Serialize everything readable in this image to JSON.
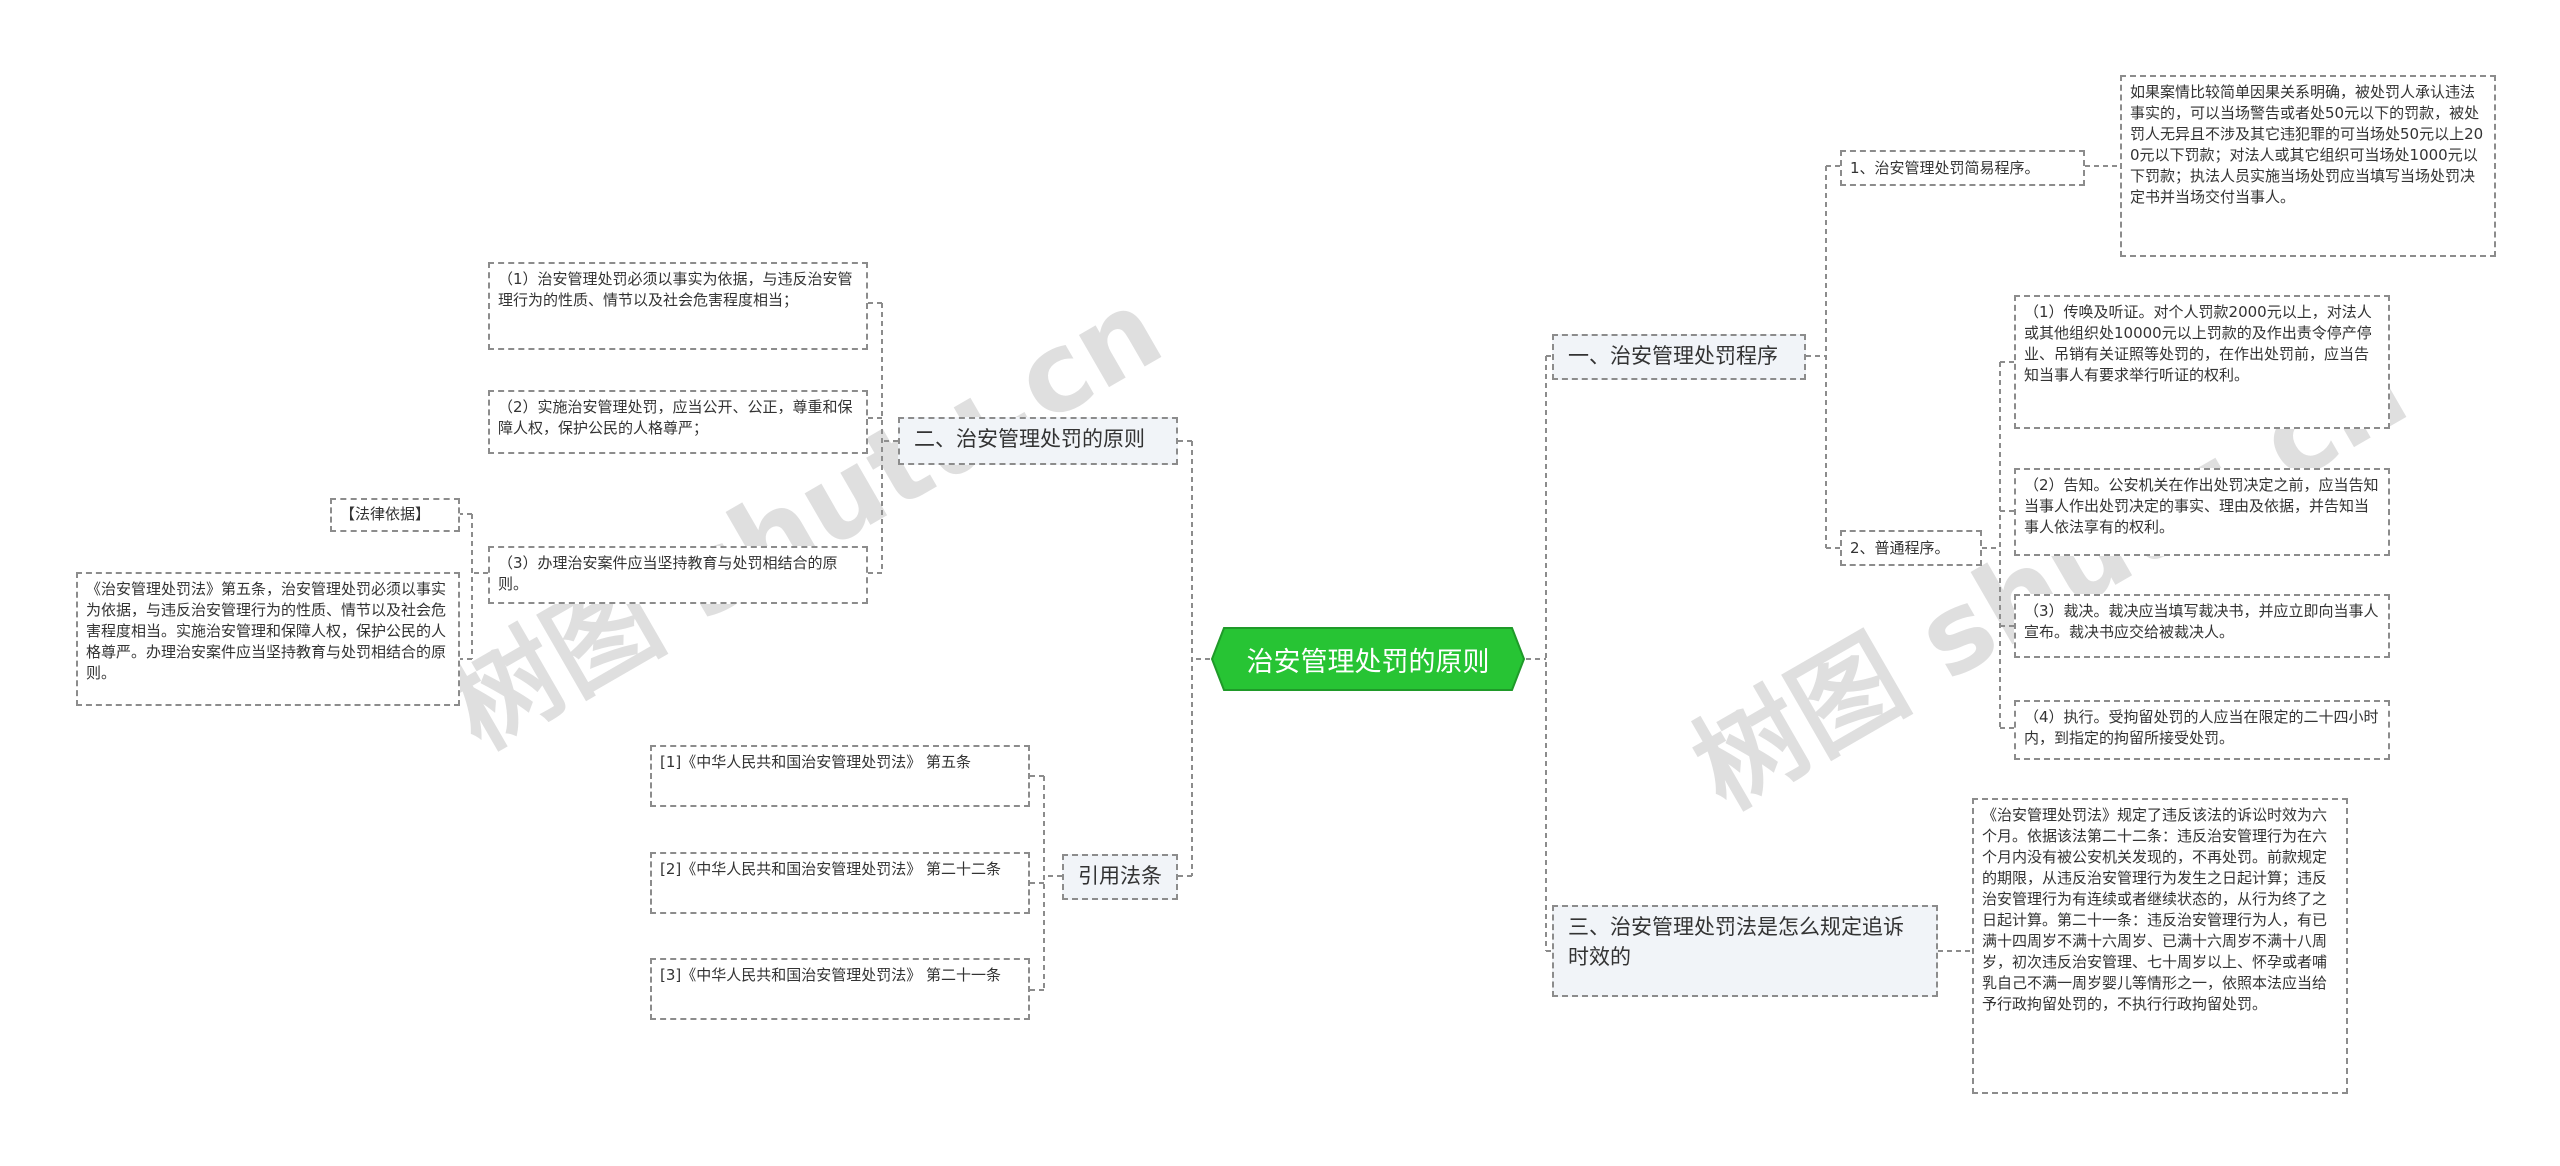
{
  "root": {
    "label": "治安管理处罚的原则"
  },
  "colors": {
    "root_fill": "#27c434",
    "root_border": "#1f9a29",
    "line": "#8c8c8c"
  },
  "watermark": {
    "left": "树图 shutu.cn",
    "right": "树图 shutu.cn"
  },
  "right": {
    "b1": {
      "label": "一、治安管理处罚程序",
      "s1": {
        "label": "1、治安管理处罚简易程序。",
        "text": "如果案情比较简单因果关系明确，被处罚人承认违法事实的，可以当场警告或者处50元以下的罚款，被处罚人无异且不涉及其它违犯罪的可当场处50元以上200元以下罚款；对法人或其它组织可当场处1000元以下罚款；执法人员实施当场处罚应当填写当场处罚决定书并当场交付当事人。"
      },
      "s2": {
        "label": "2、普通程序。",
        "items": [
          "（1）传唤及听证。对个人罚款2000元以上，对法人或其他组织处10000元以上罚款的及作出责令停产停业、吊销有关证照等处罚的，在作出处罚前，应当告知当事人有要求举行听证的权利。",
          "（2）告知。公安机关在作出处罚决定之前，应当告知当事人作出处罚决定的事实、理由及依据，并告知当事人依法享有的权利。",
          "（3）裁决。裁决应当填写裁决书，并应立即向当事人宣布。裁决书应交给被裁决人。",
          "（4）执行。受拘留处罚的人应当在限定的二十四小时内，到指定的拘留所接受处罚。"
        ]
      }
    },
    "b3": {
      "label": "三、治安管理处罚法是怎么规定追诉时效的",
      "text": "《治安管理处罚法》规定了违反该法的诉讼时效为六个月。依据该法第二十二条：违反治安管理行为在六个月内没有被公安机关发现的，不再处罚。前款规定的期限，从违反治安管理行为发生之日起计算；违反治安管理行为有连续或者继续状态的，从行为终了之日起计算。第二十一条：违反治安管理行为人，有已满十四周岁不满十六周岁、已满十六周岁不满十八周岁，初次违反治安管理、七十周岁以上、怀孕或者哺乳自己不满一周岁婴儿等情形之一，依照本法应当给予行政拘留处罚的，不执行行政拘留处罚。"
    }
  },
  "left": {
    "b2": {
      "label": "二、治安管理处罚的原则",
      "items": [
        "（1）治安管理处罚必须以事实为依据，与违反治安管理行为的性质、情节以及社会危害程度相当；",
        "（2）实施治安管理处罚，应当公开、公正，尊重和保障人权，保护公民的人格尊严；",
        "（3）办理治安案件应当坚持教育与处罚相结合的原则。"
      ],
      "basis_label": "【法律依据】",
      "basis_text": "《治安管理处罚法》第五条，治安管理处罚必须以事实为依据，与违反治安管理行为的性质、情节以及社会危害程度相当。实施治安管理和保障人权，保护公民的人格尊严。办理治安案件应当坚持教育与处罚相结合的原则。"
    },
    "cite": {
      "label": "引用法条",
      "items": [
        "[1]《中华人民共和国治安管理处罚法》 第五条",
        "[2]《中华人民共和国治安管理处罚法》 第二十二条",
        "[3]《中华人民共和国治安管理处罚法》 第二十一条"
      ]
    }
  }
}
